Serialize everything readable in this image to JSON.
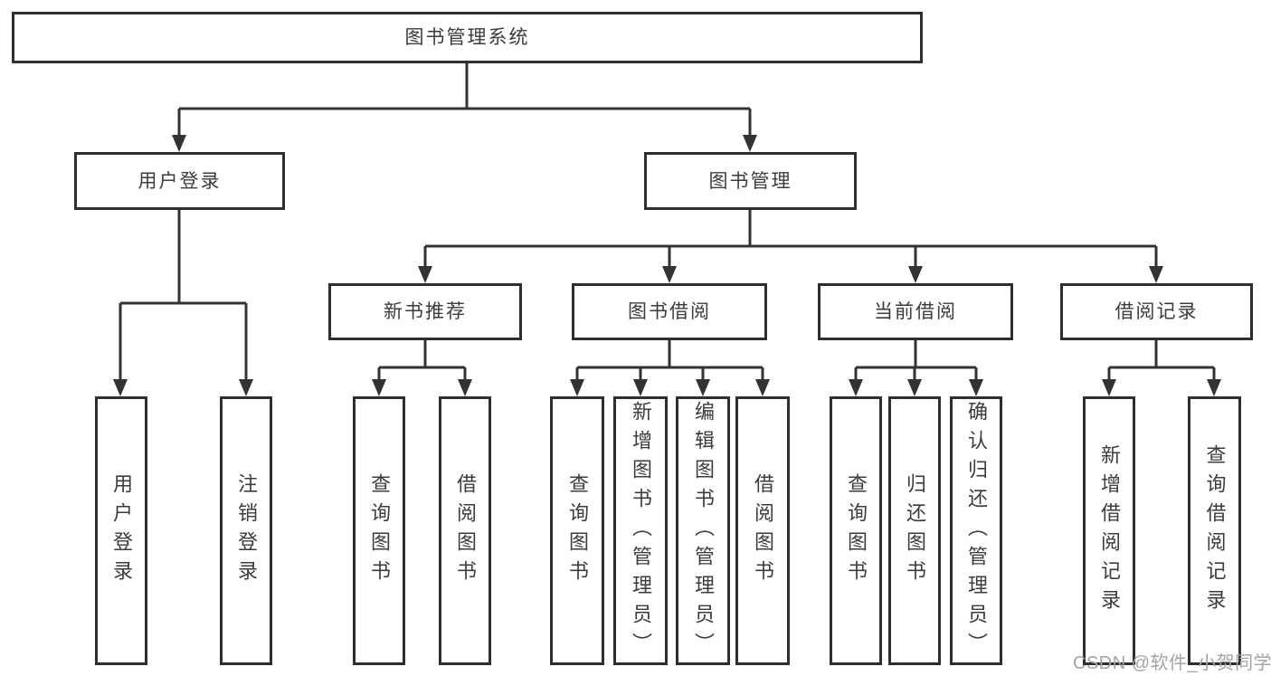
{
  "colors": {
    "line": "#333333",
    "box_border": "#2f2f2f",
    "text": "#3b3b40",
    "watermark": "#a3a3a3",
    "background": "#ffffff"
  },
  "watermark": "CSDN @软件_小贺同学",
  "tree": {
    "label": "图书管理系统",
    "children": [
      {
        "label": "用户登录",
        "children": [
          {
            "label": "用户登录"
          },
          {
            "label": "注销登录"
          }
        ]
      },
      {
        "label": "图书管理",
        "children": [
          {
            "label": "新书推荐",
            "children": [
              {
                "label": "查询图书"
              },
              {
                "label": "借阅图书"
              }
            ]
          },
          {
            "label": "图书借阅",
            "children": [
              {
                "label": "查询图书"
              },
              {
                "label": "新增图书（管理员）"
              },
              {
                "label": "编辑图书（管理员）"
              },
              {
                "label": "借阅图书"
              }
            ]
          },
          {
            "label": "当前借阅",
            "children": [
              {
                "label": "查询图书"
              },
              {
                "label": "归还图书"
              },
              {
                "label": "确认归还（管理员）"
              }
            ]
          },
          {
            "label": "借阅记录",
            "children": [
              {
                "label": "新增借阅记录"
              },
              {
                "label": "查询借阅记录"
              }
            ]
          }
        ]
      }
    ]
  }
}
